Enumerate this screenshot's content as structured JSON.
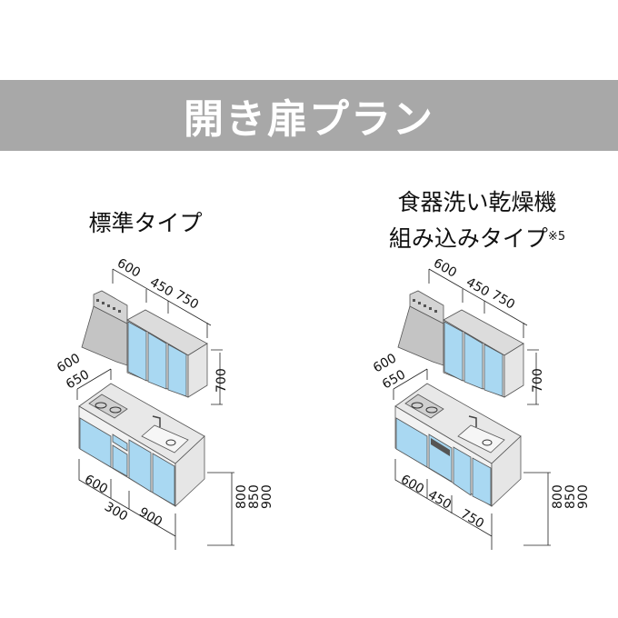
{
  "title": "開き扉プラン",
  "colors": {
    "banner": "#a8a8a8",
    "door": "#a9d8f2",
    "cabinet": "#e6e6e6",
    "hood": "#c4c4c4"
  },
  "plans": [
    {
      "heading_lines": [
        "標準タイプ"
      ],
      "note": "",
      "upper_widths": [
        "600",
        "450",
        "750"
      ],
      "upper_height": "700",
      "depth": [
        "600",
        "650"
      ],
      "heights": [
        "800",
        "850",
        "900"
      ],
      "lower_widths": [
        "600",
        "300",
        "900"
      ]
    },
    {
      "heading_lines": [
        "食器洗い乾燥機",
        "組み込みタイプ"
      ],
      "note": "※5",
      "upper_widths": [
        "600",
        "450",
        "750"
      ],
      "upper_height": "700",
      "depth": [
        "600",
        "650"
      ],
      "heights": [
        "800",
        "850",
        "900"
      ],
      "lower_widths": [
        "600",
        "450",
        "750"
      ]
    }
  ]
}
